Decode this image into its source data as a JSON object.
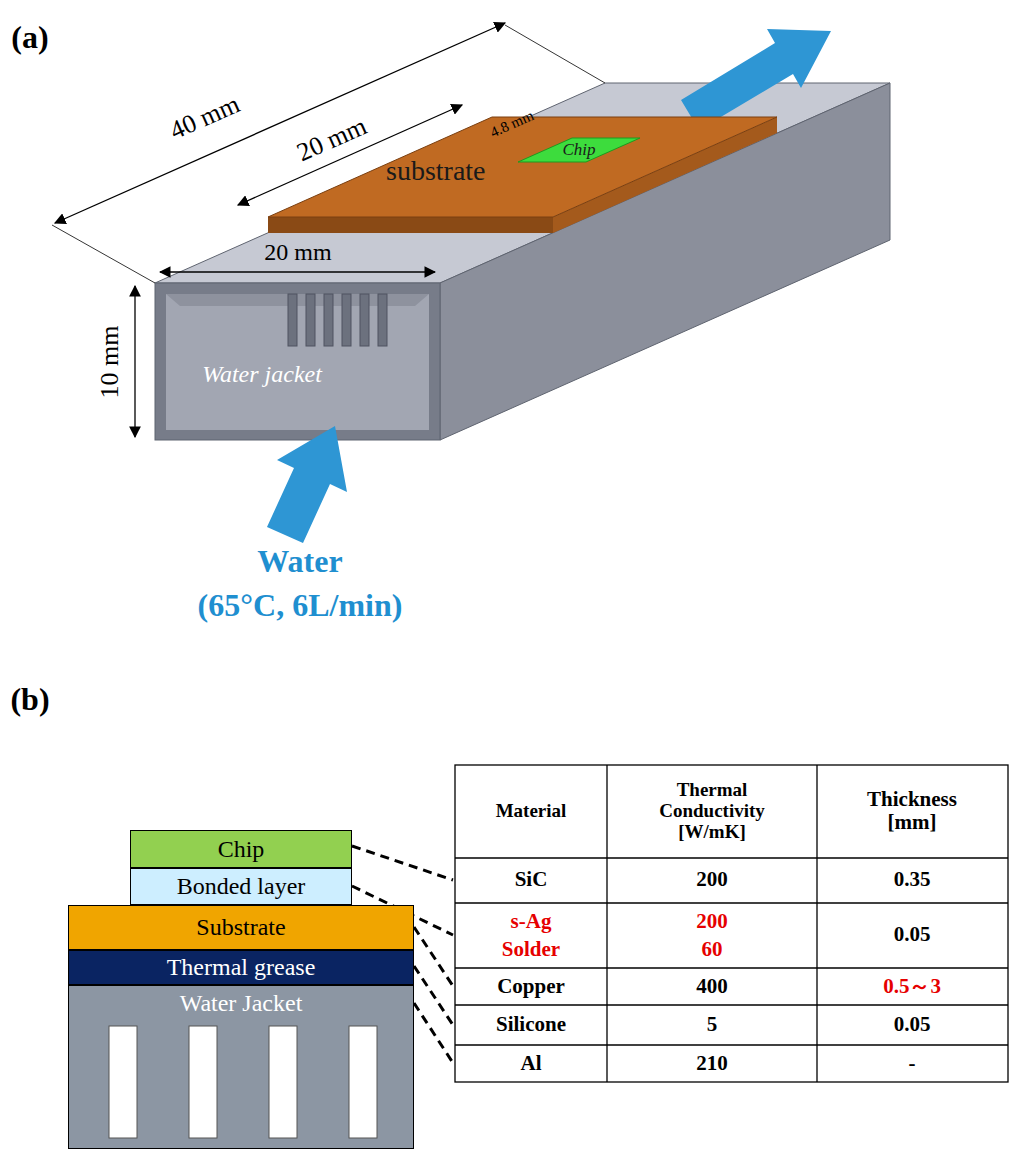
{
  "diagram": {
    "nodes": [
      {
        "text": [
          "substrate"
        ]
      },
      {
        "text": [
          "Chip"
        ],
        "in": 0
      },
      {
        "text": [
          "Chip"
        ]
      },
      {
        "text": [
          "Bonded layer"
        ]
      },
      {
        "text": [
          "Substrate"
        ]
      },
      {
        "text": [
          "Thermal grease"
        ]
      },
      {
        "text": [
          "Water Jacket"
        ]
      }
    ],
    "labels": [
      "(a)",
      "40 mm",
      "20 mm",
      "4.8 mm",
      "20 mm",
      "10 mm",
      "Water jacket",
      "Water",
      "(65°C, 6L/min)",
      "(b)",
      "Material",
      "Thermal Conductivity [W/mK]",
      "Thickness [mm]",
      "SiC",
      "200",
      "0.35",
      "s-Ag",
      "Solder",
      "200",
      "60",
      "0.05",
      "Copper",
      "400",
      "0.5～3",
      "Silicone",
      "5",
      "0.05",
      "Al",
      "210",
      "-"
    ]
  }
}
